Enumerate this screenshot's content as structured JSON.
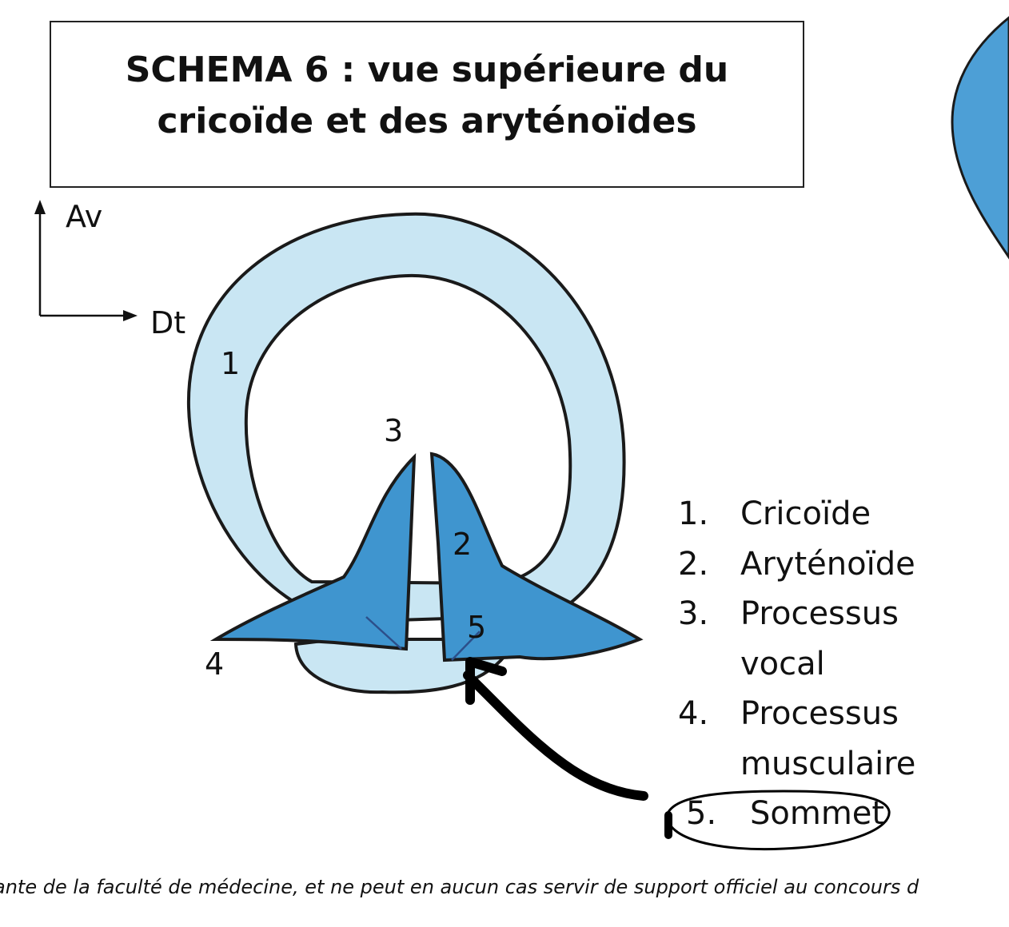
{
  "title": {
    "line1": "SCHEMA 6 : vue supérieure du",
    "line2": "cricoïde et des aryténoïdes"
  },
  "orientation": {
    "up_label": "Av",
    "right_label": "Dt"
  },
  "diagram_labels": {
    "n1": "1",
    "n2": "2",
    "n3": "3",
    "n4": "4",
    "n5": "5"
  },
  "legend": [
    {
      "num": "1.",
      "text": "Cricoïde"
    },
    {
      "num": "2.",
      "text": "Aryténoïde"
    },
    {
      "num": "3.",
      "text": "Processus vocal"
    },
    {
      "num": "4.",
      "text": "Processus musculaire"
    },
    {
      "num": "5.",
      "text": "Sommet"
    }
  ],
  "footer": "ante de la faculté de médecine, et ne peut en aucun cas servir de support officiel au concours d",
  "colors": {
    "cricoid_fill": "#c9e6f3",
    "arytenoid_fill": "#3f95cf",
    "outline": "#1a1a1a",
    "background": "#ffffff"
  }
}
